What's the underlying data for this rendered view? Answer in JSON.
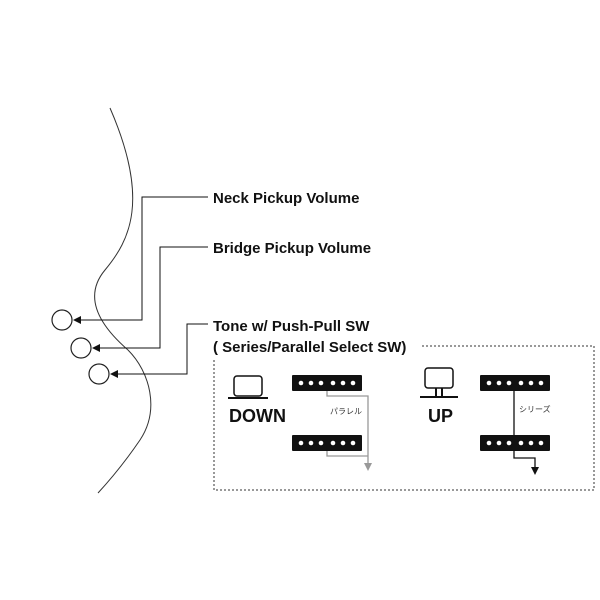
{
  "labels": {
    "neck": "Neck Pickup Volume",
    "bridge": "Bridge Pickup Volume",
    "tone_line1": "Tone w/ Push-Pull SW",
    "tone_line2": "( Series/Parallel Select SW)"
  },
  "switch_states": {
    "down": {
      "label": "DOWN",
      "wiring": "パラレル"
    },
    "up": {
      "label": "UP",
      "wiring": "シリーズ"
    }
  },
  "colors": {
    "line": "#111111",
    "parallel_path": "#999999",
    "knob_fill": "#ffffff"
  }
}
